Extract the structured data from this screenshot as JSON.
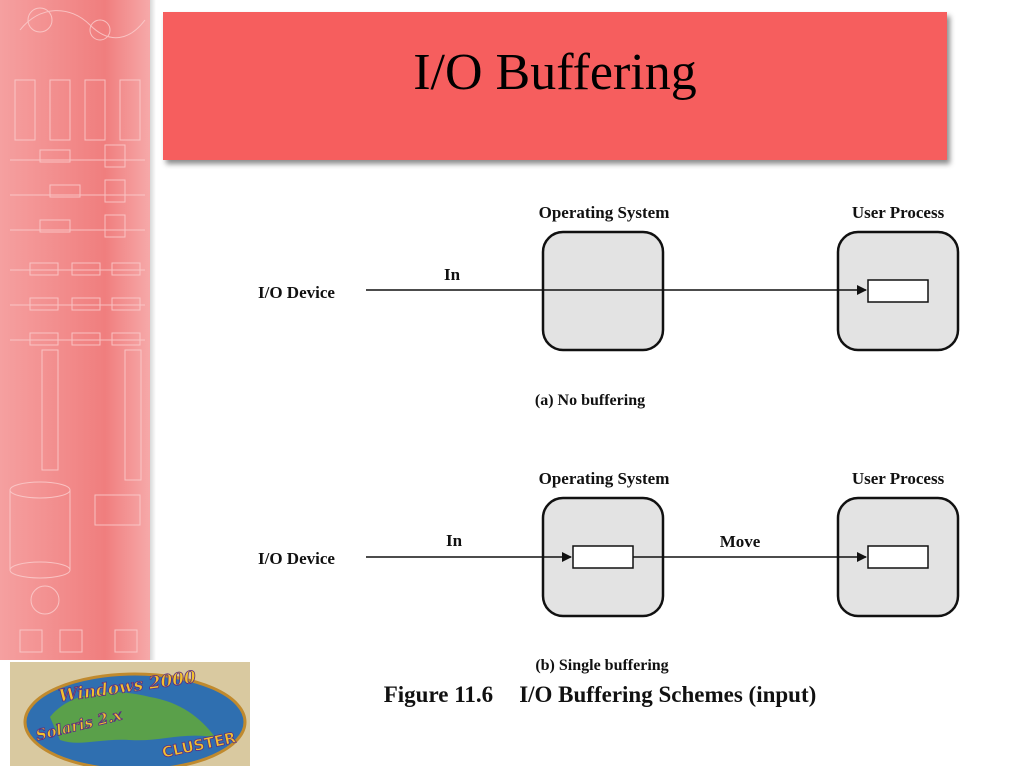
{
  "slide": {
    "title": "I/O Buffering"
  },
  "diagram_a": {
    "os_label": "Operating System",
    "user_label": "User Process",
    "device_label": "I/O Device",
    "in_label": "In",
    "caption": "(a) No buffering"
  },
  "diagram_b": {
    "os_label": "Operating System",
    "user_label": "User Process",
    "device_label": "I/O Device",
    "in_label": "In",
    "move_label": "Move",
    "caption": "(b) Single buffering"
  },
  "figure": {
    "number": "Figure 11.6",
    "title": "I/O Buffering Schemes (input)"
  },
  "logo": {
    "line1": "Windows 2000",
    "line2": "Solaris 2.x",
    "line3": "CLUSTER",
    "colors": {
      "globe": "#2f6fb0",
      "land": "#5aa04a",
      "text_gold": "#f2c12e",
      "text_purple": "#5a2d82"
    }
  },
  "colors": {
    "banner": "#f65e5e",
    "sidebar": "#f07e7e",
    "box_fill": "#e3e3e3"
  }
}
